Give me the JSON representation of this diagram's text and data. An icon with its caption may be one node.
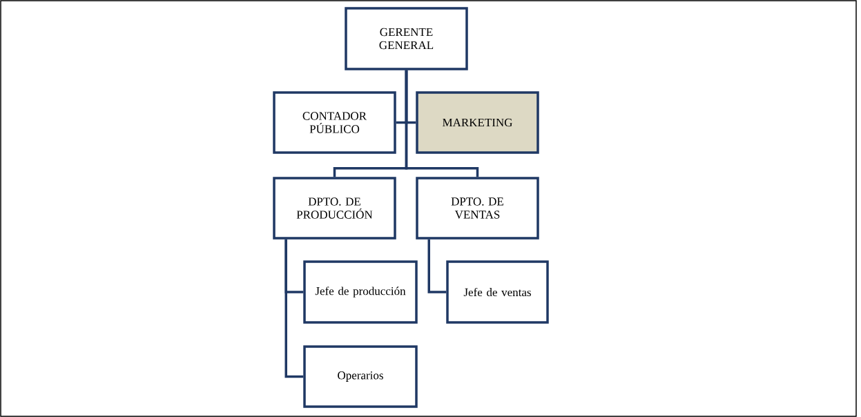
{
  "diagram": {
    "nodes": [
      {
        "text": [
          "GERENTE GENERAL"
        ]
      },
      {
        "text": [
          "CONTADOR PÚBLICO"
        ]
      },
      {
        "text": [
          "MARKETING"
        ]
      },
      {
        "text": [
          "DPTO. DE PRODUCCIÓN"
        ]
      },
      {
        "text": [
          "DPTO. DE VENTAS"
        ]
      },
      {
        "text": [
          "Jefe de producción"
        ]
      },
      {
        "text": [
          "Jefe de ventas"
        ]
      },
      {
        "text": [
          "Operarios"
        ]
      }
    ],
    "edges": [
      {
        "from": 0,
        "to": 1,
        "arrow": "none"
      },
      {
        "from": 0,
        "to": 2,
        "arrow": "none"
      },
      {
        "from": 0,
        "to": 3,
        "arrow": "none"
      },
      {
        "from": 0,
        "to": 4,
        "arrow": "none"
      },
      {
        "from": 3,
        "to": 5,
        "arrow": "none"
      },
      {
        "from": 3,
        "to": 7,
        "arrow": "none"
      },
      {
        "from": 4,
        "to": 6,
        "arrow": "none"
      }
    ]
  }
}
